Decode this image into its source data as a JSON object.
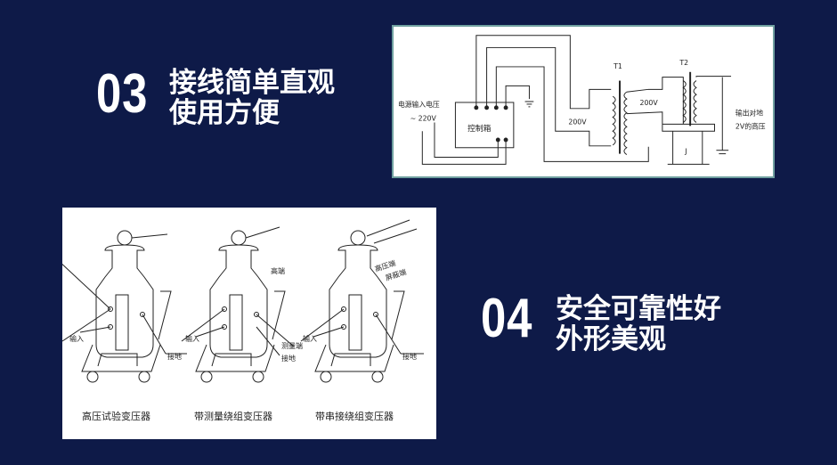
{
  "section3": {
    "number": "03",
    "line1": "接线简单直观",
    "line2": "使用方便"
  },
  "section4": {
    "number": "04",
    "line1": "安全可靠性好",
    "line2": "外形美观"
  },
  "circuit": {
    "input_label": "电源输入电压",
    "input_voltage": "~ 220V",
    "control_box": "控制箱",
    "t1": "T1",
    "t2": "T2",
    "v1": "200V",
    "v2": "200V",
    "j": "J",
    "output_line1": "输出对地",
    "output_line2": "2V的高压"
  },
  "transformers": {
    "input": "输入",
    "ground": "接地",
    "measure": "测量端",
    "top_end": "高端",
    "hv_end": "高压端",
    "shield_end": "屏蔽端",
    "captions": [
      "高压试验变压器",
      "带测量绕组变压器",
      "带串接绕组变压器"
    ]
  }
}
